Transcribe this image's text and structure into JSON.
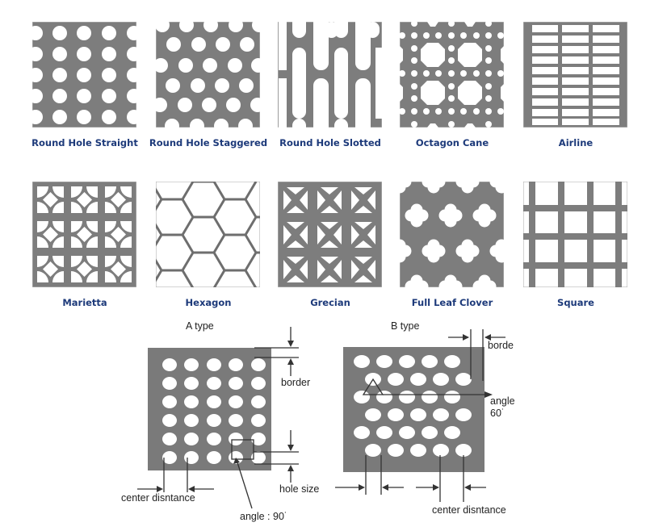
{
  "colors": {
    "metal": "#7d7d7d",
    "metal_edge": "#3c3c3c",
    "hole": "#ffffff",
    "caption": "#1d3a7a",
    "diagram_plate": "#7a7a7a",
    "line": "#333333"
  },
  "patterns": [
    {
      "id": "round-hole-straight",
      "label": "Round Hole Straight"
    },
    {
      "id": "round-hole-staggered",
      "label": "Round Hole Staggered"
    },
    {
      "id": "round-hole-slotted",
      "label": "Round Hole Slotted"
    },
    {
      "id": "octagon-cane",
      "label": "Octagon Cane"
    },
    {
      "id": "airline",
      "label": "Airline"
    },
    {
      "id": "marietta",
      "label": "Marietta"
    },
    {
      "id": "hexagon",
      "label": "Hexagon"
    },
    {
      "id": "grecian",
      "label": "Grecian"
    },
    {
      "id": "full-leaf-clover",
      "label": "Full Leaf Clover"
    },
    {
      "id": "square",
      "label": "Square"
    }
  ],
  "diagrams": {
    "a_type": {
      "title": "A type",
      "labels": {
        "border": "border",
        "hole_size": "hole size",
        "center_distance": "center disntance",
        "angle": "angle : 90˙"
      },
      "grid": {
        "rows": 6,
        "cols": 5
      }
    },
    "b_type": {
      "title": "B type",
      "labels": {
        "border": "borde",
        "angle_line1": "angle",
        "angle_line2": "60˙",
        "center_distance": "center disntance"
      },
      "grid": {
        "rows": 6,
        "cols": 5,
        "arrangement": "staggered"
      }
    }
  }
}
